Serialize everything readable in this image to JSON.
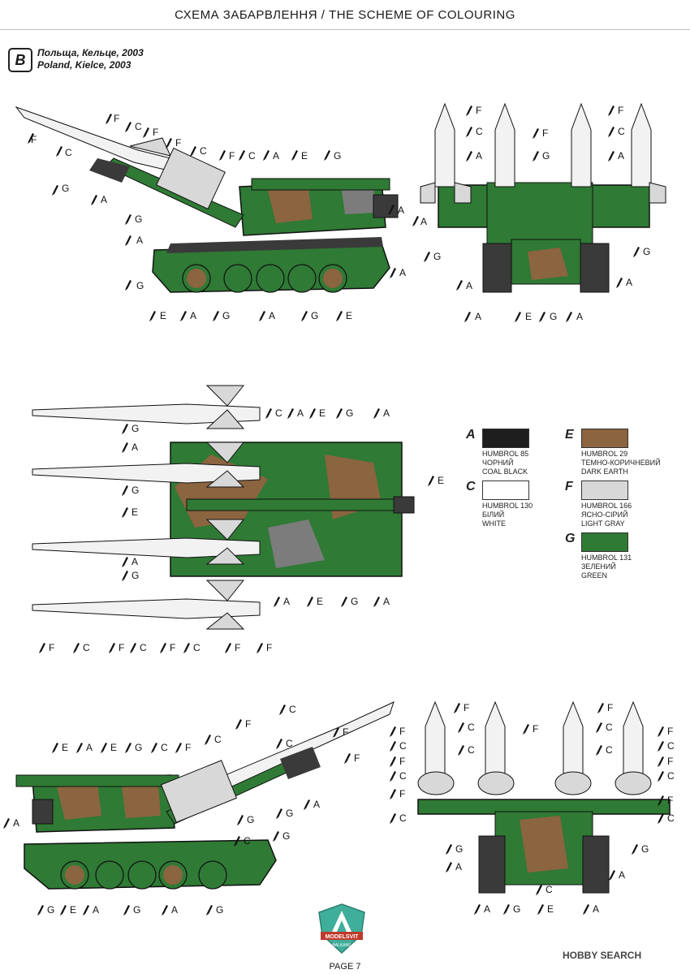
{
  "header": {
    "title": "СХЕМА ЗАБАРВЛЕННЯ / THE SCHEME OF COLOURING"
  },
  "scheme": {
    "letter": "B",
    "location_ua": "Польща, Кельце, 2003",
    "location_en": "Poland, Kielce, 2003"
  },
  "colors": {
    "A": {
      "hex": "#1e1e1e",
      "name1": "HUMBROL 85",
      "name2": "ЧОРНИЙ",
      "name3": "COAL BLACK"
    },
    "C": {
      "hex": "#ffffff",
      "name1": "HUMBROL 130",
      "name2": "БІЛИЙ",
      "name3": "WHITE"
    },
    "E": {
      "hex": "#8b6440",
      "name1": "HUMBROL 29",
      "name2": "ТЕМНО-КОРИЧНЕВИЙ",
      "name3": "DARK EARTH"
    },
    "F": {
      "hex": "#d8d8d8",
      "name1": "HUMBROL 166",
      "name2": "ЯСНО-СІРИЙ",
      "name3": "LIGHT GRAY"
    },
    "G": {
      "hex": "#2f7a35",
      "name1": "HUMBROL 131",
      "name2": "ЗЕЛЕНИЙ",
      "name3": "GREEN"
    }
  },
  "letters": {
    "A": "A",
    "C": "C",
    "E": "E",
    "F": "F",
    "G": "G"
  },
  "footer": {
    "page": "PAGE 7",
    "watermark": "HOBBY SEARCH",
    "logo_line1": "MODELSVIT",
    "logo_line2": "BALKANS"
  }
}
